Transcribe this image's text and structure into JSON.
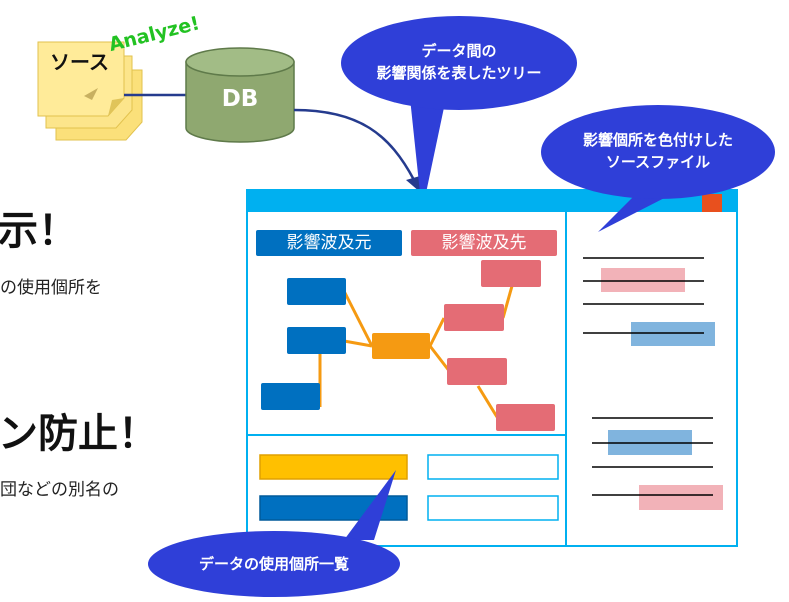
{
  "source": {
    "label": "ソース",
    "analyze_label": "Analyze!"
  },
  "db": {
    "label": "DB"
  },
  "bubbles": {
    "tree": {
      "line1": "データ間の",
      "line2": "影響関係を表したツリー"
    },
    "source_file": {
      "line1": "影響個所を色付けした",
      "line2": "ソースファイル"
    },
    "usage_list": {
      "label": "データの使用個所一覧"
    }
  },
  "window": {
    "tag_origin": "影響波及元",
    "tag_destination": "影響波及先"
  },
  "left_text": {
    "heading1": "示！",
    "body1": "の使用個所を",
    "heading2": "ン防止！",
    "body2": "団などの別名の"
  },
  "colors": {
    "window_titlebar": "#00B0F0",
    "window_border": "#00B0F0",
    "close_button": "#E8501E",
    "origin_blue": "#0070C0",
    "destination_pink": "#E46C75",
    "center_orange": "#F59A12",
    "list_gold": "#FFC000",
    "bubble_blue": "#2F3FD8",
    "sticky_yellow": "#FFE680",
    "db_green": "#8FA870",
    "analyze_green": "#22C222"
  }
}
